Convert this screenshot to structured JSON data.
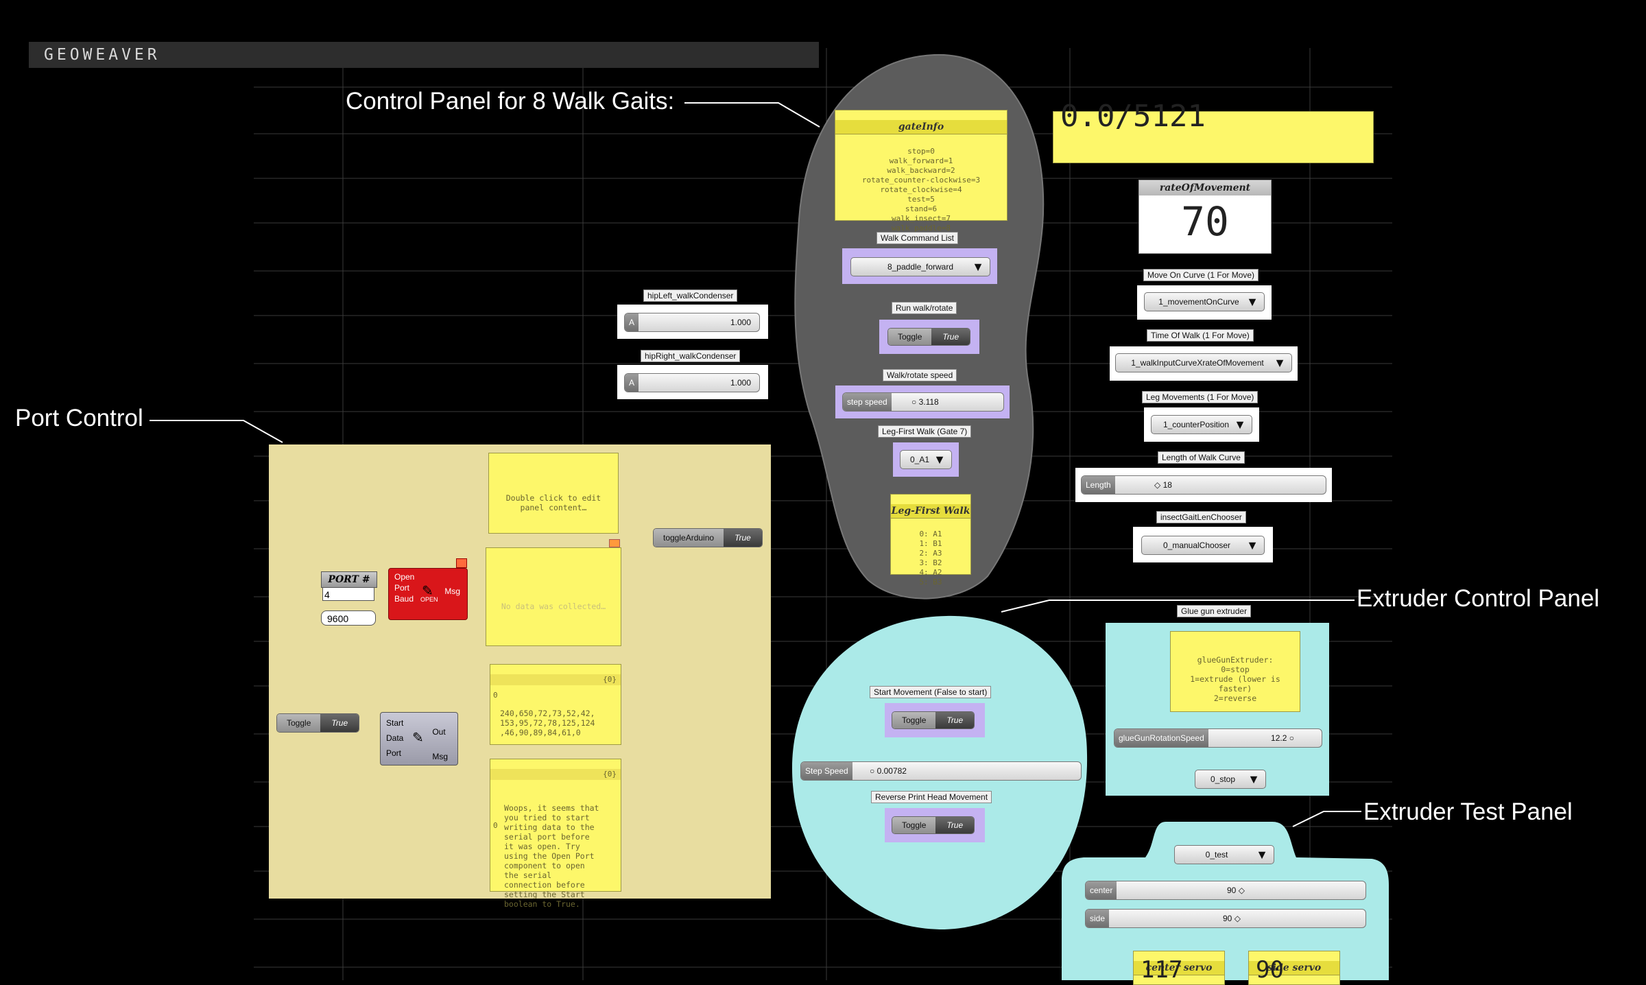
{
  "app": {
    "title": "GEOWEAVER"
  },
  "annotations": {
    "control_panel": "Control Panel for 8 Walk Gaits:",
    "port_control": "Port Control",
    "extruder_control": "Extruder Control Panel",
    "extruder_test": "Extruder Test Panel"
  },
  "gate_info": {
    "title": "gateInfo",
    "body": "stop=0\nwalk_forward=1\nwalk_backward=2\nrotate_counter-clockwise=3\nrotate_clockwise=4\ntest=5\nstand=6\nwalk_insect=7\nwalk_paddle=8"
  },
  "counter_display": "0.0/5121",
  "rate_of_movement": {
    "title": "rateOfMovement",
    "value": "70"
  },
  "walk_command": {
    "label": "Walk Command List",
    "value": "8_paddle_forward"
  },
  "run_walk": {
    "label": "Run walk/rotate",
    "name": "Toggle",
    "value": "True"
  },
  "walk_speed": {
    "label": "Walk/rotate speed",
    "name": "step speed",
    "value": "3.118"
  },
  "leg_first_gate": {
    "label": "Leg-First Walk (Gate 7)",
    "value": "0_A1"
  },
  "leg_first_walk": {
    "title": "Leg-First Walk",
    "body": "0: A1\n1: B1\n2: A3\n3: B2\n4: A2\n5: B3"
  },
  "hip_left": {
    "label": "hipLeft_walkCondenser",
    "name": "A",
    "value": "1.000"
  },
  "hip_right": {
    "label": "hipRight_walkCondenser",
    "name": "A",
    "value": "1.000"
  },
  "move_on_curve": {
    "label": "Move On Curve (1 For Move)",
    "value": "1_movementOnCurve"
  },
  "time_of_walk": {
    "label": "Time Of Walk (1 For Move)",
    "value": "1_walkInputCurveXrateOfMovement"
  },
  "leg_movements": {
    "label": "Leg Movements (1 For Move)",
    "value": "1_counterPosition"
  },
  "length_of_walk": {
    "label": "Length of Walk Curve",
    "name": "Length",
    "value": "18"
  },
  "insect_gait": {
    "label": "insectGaitLenChooser",
    "value": "0_manualChooser"
  },
  "port": {
    "port_title": "PORT #",
    "port_value": "4",
    "baud_value": "9600",
    "inputs": [
      "Open",
      "Port",
      "Baud"
    ],
    "output": "Msg",
    "open_label": "OPEN",
    "panel_double_click": "Double click to edit panel content…",
    "panel_no_data": "No data was collected…",
    "toggle_arduino": {
      "name": "toggleArduino",
      "value": "True"
    },
    "toggle_start": {
      "name": "Toggle",
      "value": "True"
    },
    "write_inputs": [
      "Start",
      "Data",
      "Port"
    ],
    "write_outputs": [
      "Out",
      "Msg"
    ],
    "data_panel": {
      "count": "{0}",
      "index": "0",
      "body": "240,650,72,73,52,42,\n153,95,72,78,125,124\n,46,90,89,84,61,0"
    },
    "msg_panel": {
      "count": "{0}",
      "index": "0",
      "body": "Woops, it seems that\nyou tried to start\nwriting data to the\nserial port before\nit was open.  Try\nusing the Open Port\ncomponent to open\nthe serial\nconnection before\nsetting the Start\nboolean to True."
    }
  },
  "extruder": {
    "start_label": "Start Movement (False to start)",
    "start_toggle": {
      "name": "Toggle",
      "value": "True"
    },
    "step_speed": {
      "name": "Step Speed",
      "value": "0.00782"
    },
    "reverse_label": "Reverse Print Head Movement",
    "reverse_toggle": {
      "name": "Toggle",
      "value": "True"
    },
    "glue_label": "Glue gun extruder",
    "glue_panel": "glueGunExtruder:\n0=stop\n1=extrude (lower is\nfaster)\n2=reverse",
    "glue_speed": {
      "name": "glueGunRotationSpeed",
      "value": "12.2"
    },
    "glue_drop": "0_stop"
  },
  "test": {
    "drop": "0_test",
    "center": {
      "name": "center",
      "value": "90"
    },
    "side": {
      "name": "side",
      "value": "90"
    },
    "center_servo": {
      "title": "center servo",
      "value": "117"
    },
    "side_servo": {
      "title": "side servo",
      "value": "90"
    }
  },
  "colors": {
    "background": "#000000",
    "panel_yellow": "#fdf76a",
    "group_yellow": "#e8dda0",
    "cyan": "#abeae8",
    "gray_blob": "#5a5a5a",
    "purple": "#c4b2f2",
    "port_red": "#d9161a"
  }
}
